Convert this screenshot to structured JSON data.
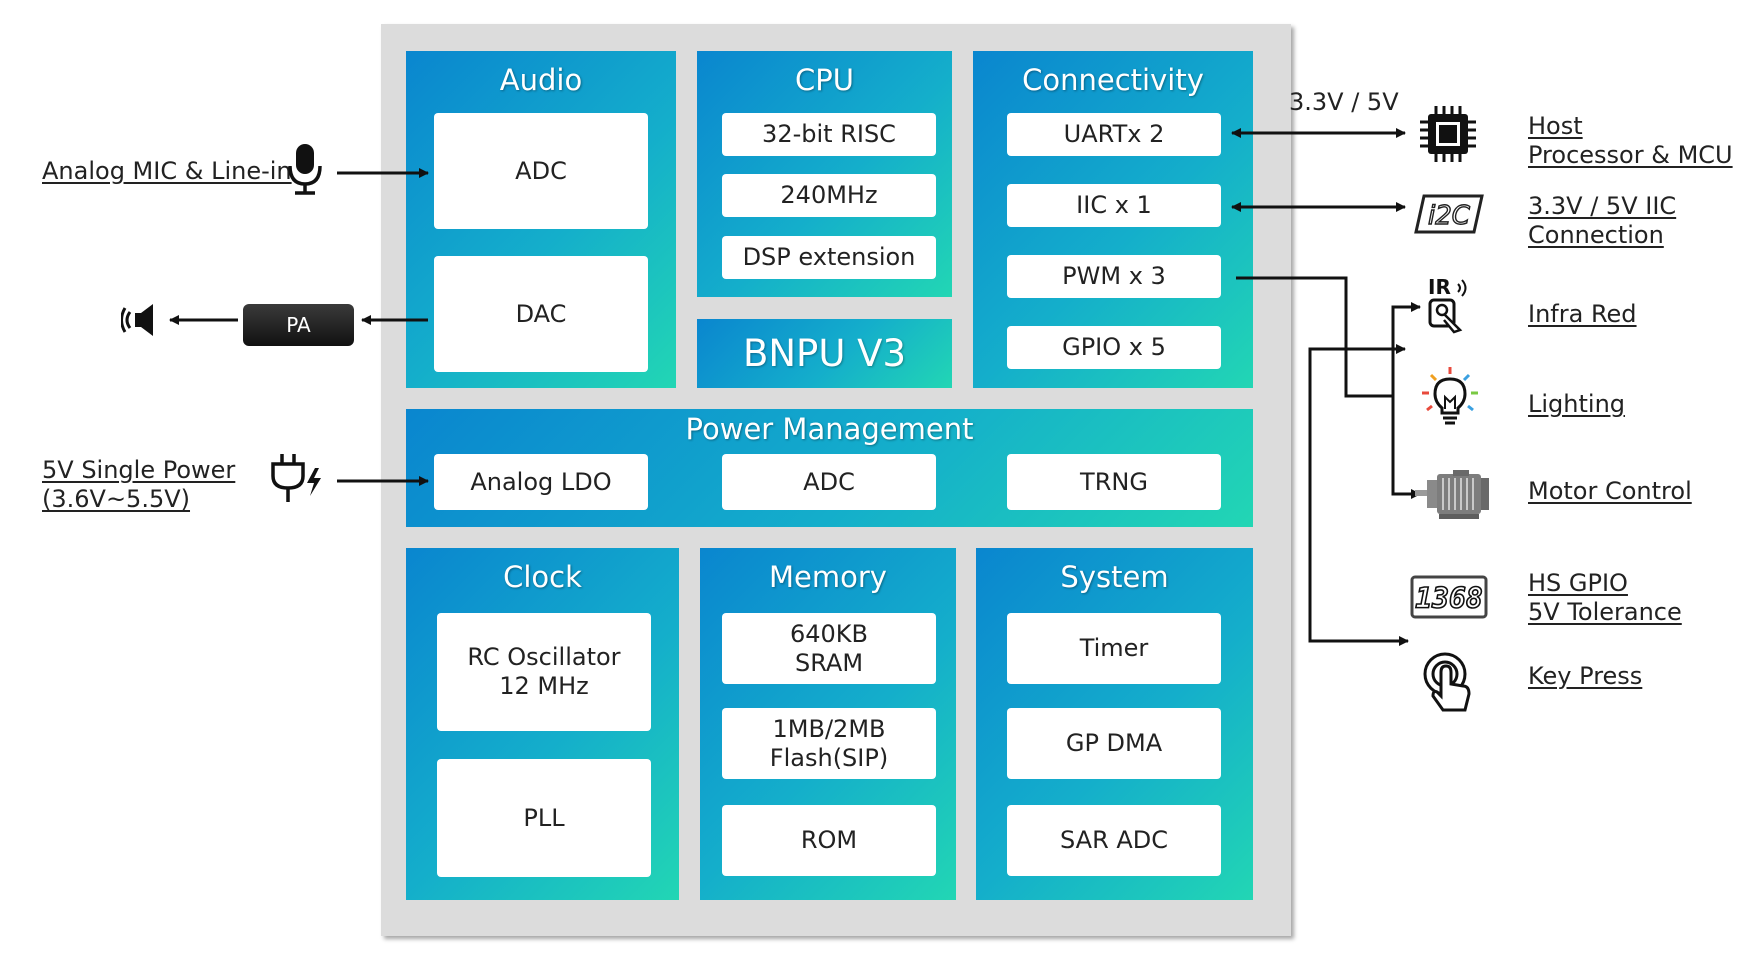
{
  "chip": {
    "audio": {
      "title": "Audio",
      "adc": "ADC",
      "dac": "DAC"
    },
    "cpu": {
      "title": "CPU",
      "items": [
        "32-bit RISC",
        "240MHz",
        "DSP extension"
      ]
    },
    "bnpu": "BNPU V3",
    "connectivity": {
      "title": "Connectivity",
      "items": [
        "UARTx 2",
        "IIC x 1",
        "PWM x 3",
        "GPIO x 5"
      ]
    },
    "power": {
      "title": "Power Management",
      "items": [
        "Analog LDO",
        "ADC",
        "TRNG"
      ]
    },
    "clock": {
      "title": "Clock",
      "rc_line1": "RC Oscillator",
      "rc_line2": "12 MHz",
      "pll": "PLL"
    },
    "memory": {
      "title": "Memory",
      "sram_line1": "640KB",
      "sram_line2": "SRAM",
      "flash_line1": "1MB/2MB",
      "flash_line2": "Flash(SIP)",
      "rom": "ROM"
    },
    "system": {
      "title": "System",
      "items": [
        "Timer",
        "GP DMA",
        "SAR ADC"
      ]
    }
  },
  "left": {
    "mic_label": "Analog MIC & Line-in",
    "pa_label": "PA",
    "power_line1": "5V Single Power",
    "power_line2": "(3.6V~5.5V)"
  },
  "right": {
    "voltage_label": "3.3V / 5V",
    "host_line1": "Host",
    "host_line2": "Processor & MCU",
    "iic_line1": "3.3V / 5V IIC",
    "iic_line2": "Connection",
    "ir_label": "Infra Red",
    "lighting_label": "Lighting",
    "motor_label": "Motor Control",
    "hs_line1": "HS GPIO",
    "hs_line2": "5V Tolerance",
    "key_label": "Key Press"
  },
  "icon_text": {
    "i2c": "i2C",
    "ir": "IR",
    "segment": "1368"
  },
  "icons": [
    "microphone-icon",
    "speaker-icon",
    "power-plug-icon",
    "processor-chip-icon",
    "i2c-icon",
    "infrared-remote-icon",
    "light-bulb-icon",
    "motor-icon",
    "seven-segment-display-icon",
    "touch-press-icon"
  ],
  "colors": {
    "gradient_start": "#0a86cf",
    "gradient_mid": "#14aecb",
    "gradient_end": "#22d6b4",
    "chip_background": "#dcdcdc"
  }
}
